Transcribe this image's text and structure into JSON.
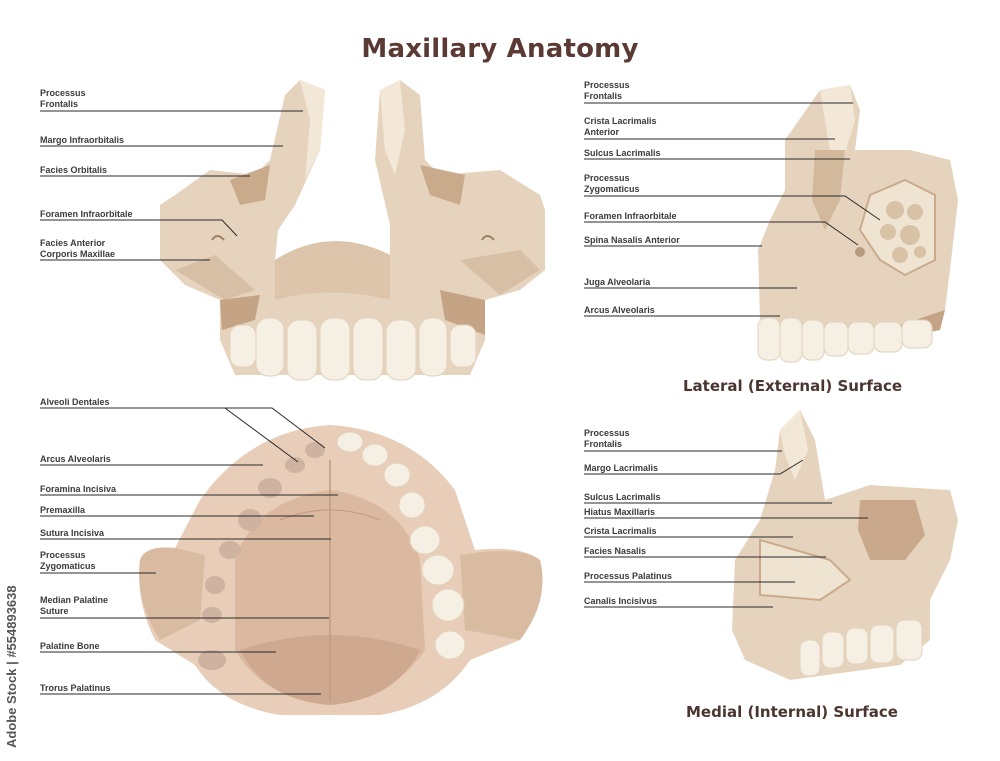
{
  "title": "Maxillary Anatomy",
  "captions": {
    "lateral": "Lateral (External) Surface",
    "medial": "Medial (Internal) Surface"
  },
  "watermark": "Adobe Stock | #554893638",
  "colors": {
    "bone": "#e6d3bd",
    "bone_dark": "#d2b99c",
    "bone_shadow": "#c4a485",
    "tooth": "#f6efe3",
    "palate": "#e8cdb8",
    "line": "#2a2a2a",
    "title": "#5a3a33"
  },
  "labels": {
    "front": [
      "Processus\nFrontalis",
      "Margo Infraorbitalis",
      "Facies Orbitalis",
      "Foramen Infraorbitale",
      "Facies Anterior\nCorporis Maxillae"
    ],
    "lateral": [
      "Processus\nFrontalis",
      "Crista Lacrimalis\nAnterior",
      "Sulcus Lacrimalis",
      "Processus\nZygomaticus",
      "Foramen Infraorbitale",
      "Spina Nasalis Anterior",
      "Juga Alveolaria",
      "Arcus Alveolaris"
    ],
    "palate": [
      "Alveoli Dentales",
      "Arcus Alveolaris",
      "Foramina Incisiva",
      "Premaxilla",
      "Sutura Incisiva",
      "Processus\nZygomaticus",
      "Median Palatine\nSuture",
      "Palatine Bone",
      "Trorus Palatinus"
    ],
    "medial": [
      "Processus\nFrontalis",
      "Margo Lacrimalis",
      "Sulcus Lacrimalis",
      "Hiatus Maxillaris",
      "Crista Lacrimalis",
      "Facies Nasalis",
      "Processus Palatinus",
      "Canalis Incisivus"
    ]
  }
}
